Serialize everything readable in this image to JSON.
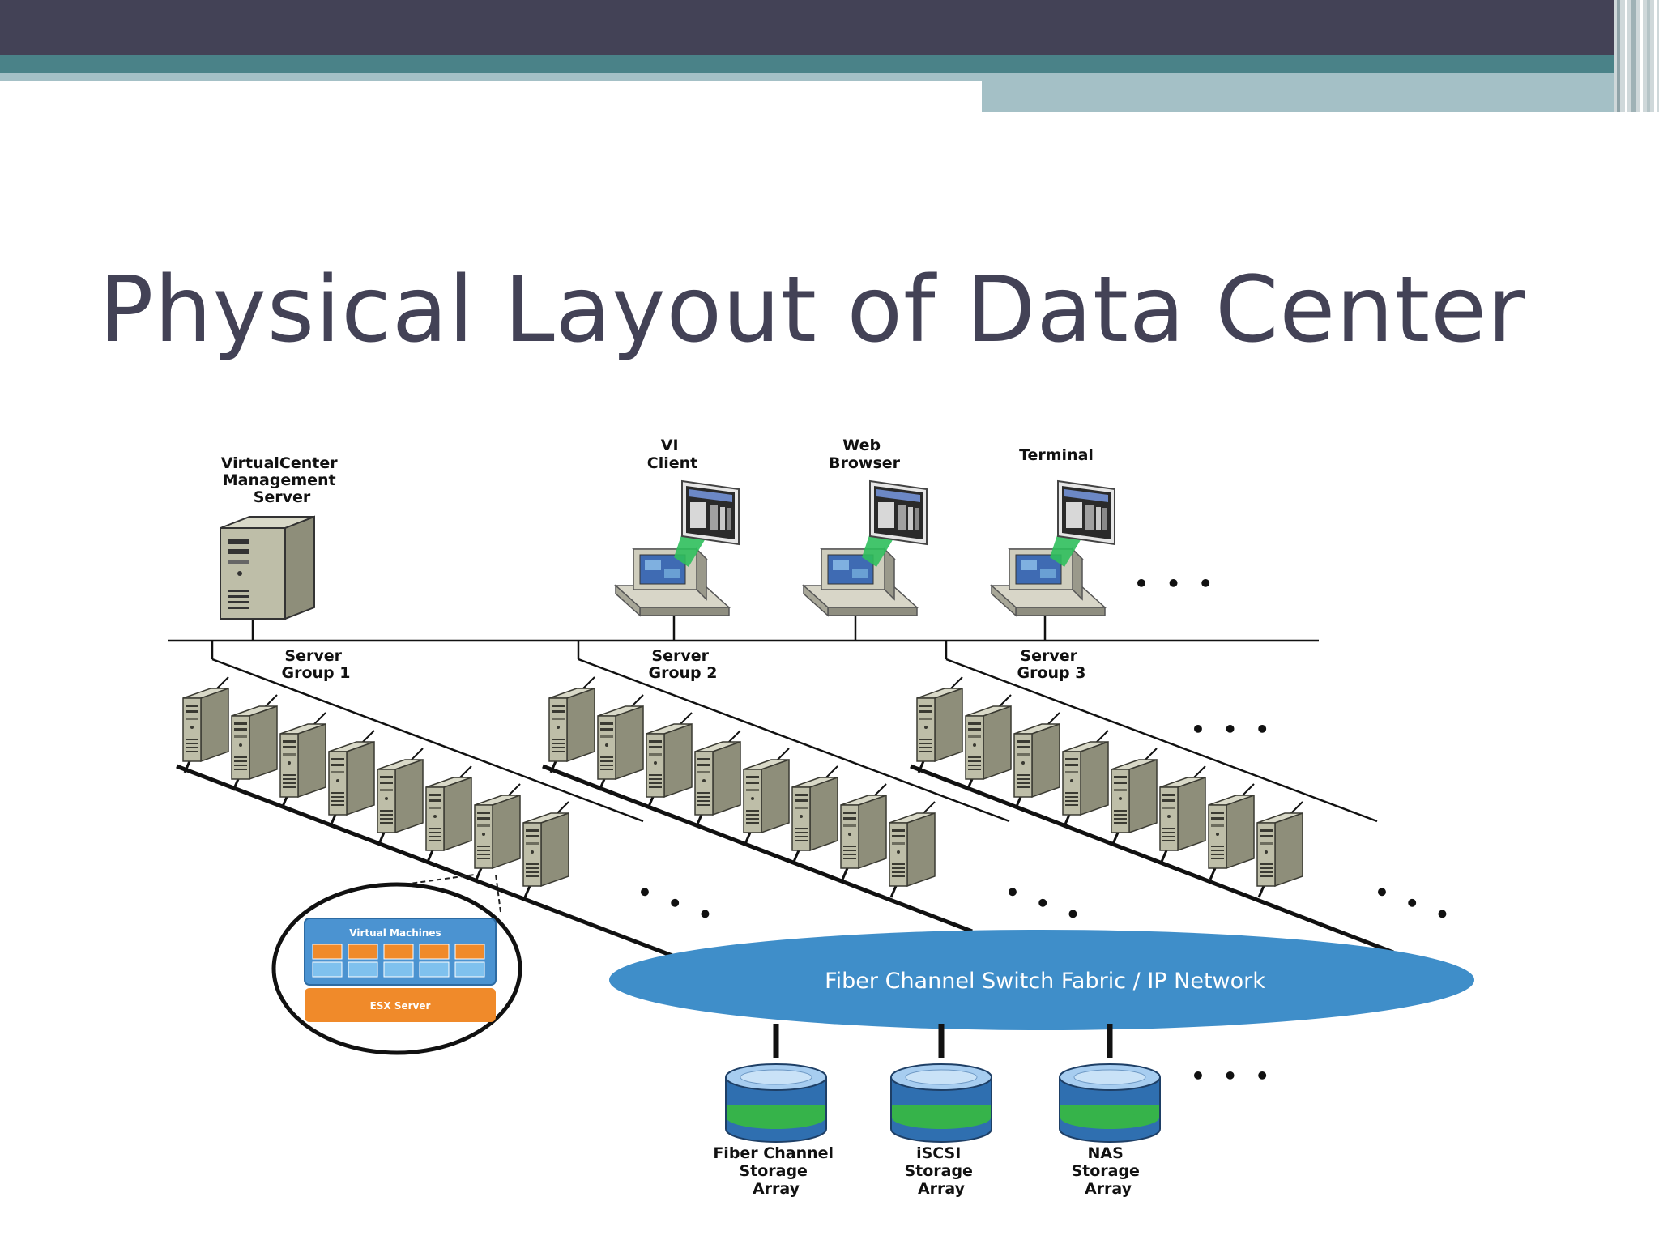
{
  "slide": {
    "title": "Physical Layout of Data Center",
    "colors": {
      "top_bar": "#434256",
      "teal_band": "#4a8288",
      "light_band": "#a4c0c6",
      "title_text": "#434256",
      "network_ellipse": "#3f8ec9",
      "server_body": "#b3b39d",
      "esx_server": "#f08a2a",
      "storage_band": "#36b34a"
    }
  },
  "diagram": {
    "management_server_label": [
      "VirtualCenter",
      "Management",
      "Server"
    ],
    "clients": [
      {
        "label": [
          "VI",
          "Client"
        ],
        "icon": "desktop-computer-icon"
      },
      {
        "label": [
          "Web",
          "Browser"
        ],
        "icon": "desktop-computer-icon"
      },
      {
        "label": [
          "Terminal"
        ],
        "icon": "desktop-computer-icon"
      }
    ],
    "server_groups": [
      {
        "label": [
          "Server",
          "Group 1"
        ]
      },
      {
        "label": [
          "Server",
          "Group 2"
        ]
      },
      {
        "label": [
          "Server",
          "Group 3"
        ]
      }
    ],
    "detail": {
      "virtual_machines_label": "Virtual Machines",
      "vm_slots": 5,
      "esx_label": "ESX Server"
    },
    "network_label": "Fiber Channel Switch Fabric / IP Network",
    "storage": [
      {
        "label": [
          "Fiber Channel",
          "Storage",
          "Array"
        ]
      },
      {
        "label": [
          "iSCSI",
          "Storage",
          "Array"
        ]
      },
      {
        "label": [
          "NAS",
          "Storage",
          "Array"
        ]
      }
    ],
    "continuation_marker": "• • •"
  }
}
